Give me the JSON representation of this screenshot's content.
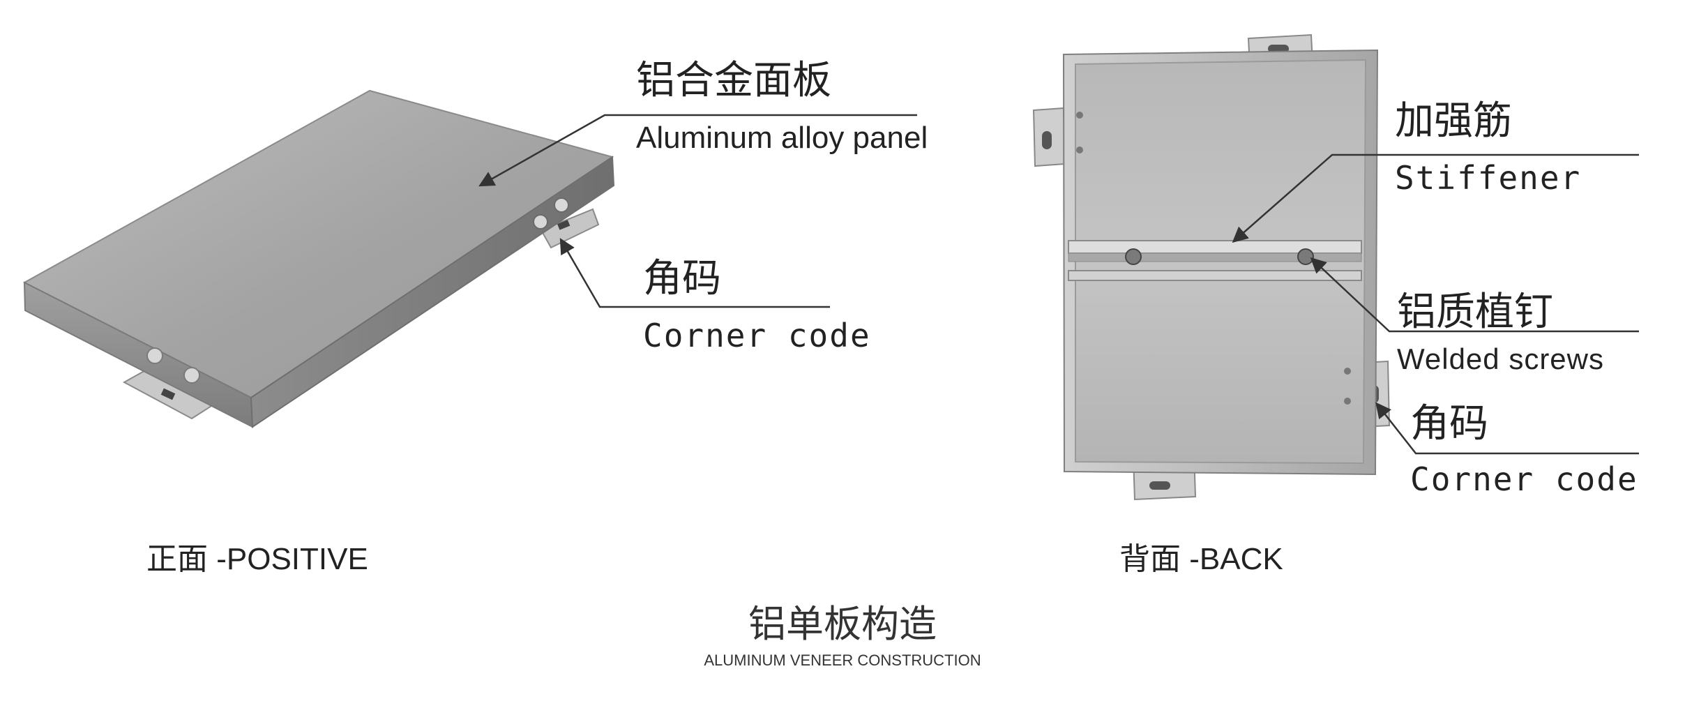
{
  "front_view": {
    "callouts": {
      "panel": {
        "cn": "铝合金面板",
        "en": "Aluminum alloy panel"
      },
      "corner": {
        "cn": "角码",
        "en": "Corner code"
      }
    },
    "caption": "正面 -POSITIVE"
  },
  "back_view": {
    "callouts": {
      "stiffener": {
        "cn": "加强筋",
        "en": "Stiffener"
      },
      "screws": {
        "cn": "铝质植钉",
        "en": "Welded screws"
      },
      "corner": {
        "cn": "角码",
        "en": "Corner code"
      }
    },
    "caption": "背面 -BACK"
  },
  "title": {
    "cn": "铝单板构造",
    "en": "ALUMINUM VENEER CONSTRUCTION"
  },
  "colors": {
    "panel_top": "#a9a9a9",
    "panel_edge": "#8f8f8f",
    "leader": "#333333"
  }
}
